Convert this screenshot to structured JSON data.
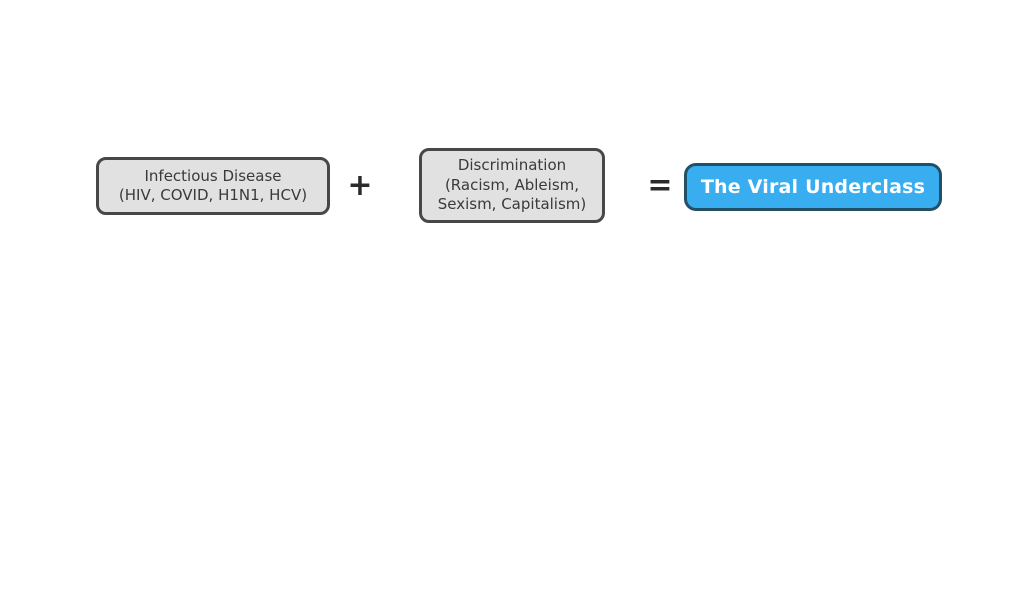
{
  "equation": {
    "term1": {
      "line1": "Infectious Disease",
      "line2": "(HIV, COVID, H1N1, HCV)"
    },
    "plus": "+",
    "term2": {
      "line1": "Discrimination",
      "line2": "(Racism, Ableism,",
      "line3": "Sexism, Capitalism)"
    },
    "equals": "=",
    "result": {
      "label": "The Viral Underclass"
    }
  },
  "colors": {
    "box_fill": "#e1e1e1",
    "box_border": "#474747",
    "box_text": "#3a3a3a",
    "operator": "#2b2b2b",
    "result_fill": "#38adf0",
    "result_border": "#225069",
    "result_text": "#ffffff",
    "background": "#ffffff"
  }
}
